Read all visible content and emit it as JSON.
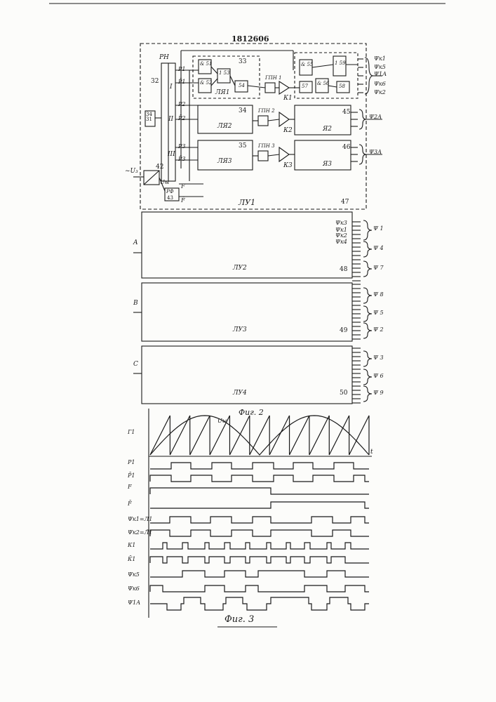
{
  "header": {
    "patent_number": "1812606"
  },
  "fig2": {
    "caption": "Фиг. 2",
    "input_label": "~U₃",
    "blocks": {
      "rn": "РН",
      "b32": "32",
      "b33": "33",
      "b34": "34",
      "b35": "35",
      "b3431": "34 31",
      "b42": "42",
      "b43": "43",
      "rf": "РФ",
      "la1": "ЛЯ1",
      "la2": "ЛЯ2",
      "la3": "ЛЯ3",
      "ya2": "Я2",
      "ya3": "Я3",
      "b45": "45",
      "b46": "46",
      "b47": "47",
      "lu1": "ЛУ1",
      "gpn1": "ГПН 1",
      "gpn2": "ГПН 2",
      "gpn3": "ГПН 3",
      "k1": "К1",
      "k2": "К2",
      "k3": "К3",
      "roman1": "I",
      "roman2": "II",
      "roman3": "III",
      "g51": "& 51",
      "g52": "& 52",
      "g53": "1 53",
      "g54": "54",
      "g55": "& 55",
      "g56": "& 56",
      "g57": "57",
      "g58": "58",
      "g59": "1 59"
    },
    "signals_left": [
      "P1",
      "P̄1",
      "P2",
      "P̄2",
      "P3",
      "P̄3",
      "F",
      "F̄",
      "Uы"
    ],
    "outputs_top": [
      "Ψк1",
      "Ψк5",
      "Ψ1А",
      "Ψк6",
      "Ψк2"
    ],
    "out_ya2": "Ψ2А",
    "out_ya3": "Ψ3А",
    "panels": [
      {
        "name": "ЛУ2",
        "num": "48",
        "input": "A",
        "outputs": [
          "Ψк3",
          "Ψк1",
          "Ψк2",
          "Ψк4",
          "Ψ 1",
          "Ψ 4",
          "Ψ 7"
        ]
      },
      {
        "name": "ЛУ3",
        "num": "49",
        "input": "B",
        "outputs": [
          "Ψ 8",
          "Ψ 5",
          "Ψ 2"
        ]
      },
      {
        "name": "ЛУ4",
        "num": "50",
        "input": "C",
        "outputs": [
          "Ψ 3",
          "Ψ 6",
          "Ψ 9"
        ]
      }
    ]
  },
  "fig3": {
    "caption": "Фиг. 3",
    "time_label": "t",
    "envelope_label": "Uы",
    "rows": [
      "Г1",
      "P1",
      "P̄1",
      "F",
      "F̄",
      "Ψк1=Л1",
      "Ψк2=Л̄1",
      "К1",
      "К̄1",
      "Ψк5",
      "Ψк6",
      "Ψ1А"
    ]
  },
  "colors": {
    "ink": "#1a1a1a",
    "paper": "#fcfcfa"
  }
}
